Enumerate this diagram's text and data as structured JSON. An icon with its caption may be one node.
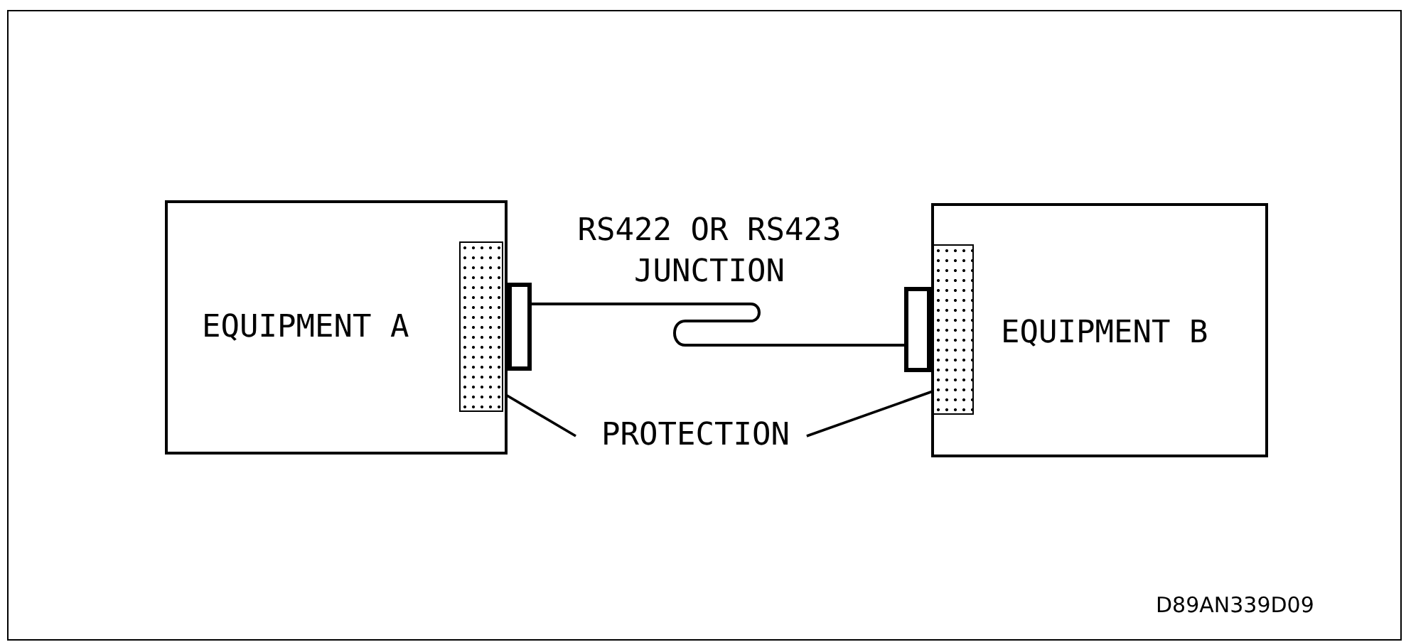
{
  "diagram": {
    "nodes": [
      {
        "text": [
          "EQUIPMENT A"
        ]
      },
      {
        "text": [],
        "shape": "bar",
        "in": 0
      },
      {
        "text": [],
        "shape": "box"
      },
      {
        "text": [
          "EQUIPMENT B"
        ]
      },
      {
        "text": [],
        "shape": "bar",
        "in": 3
      },
      {
        "text": [],
        "shape": "box"
      },
      {
        "text": [
          "PROTECTION"
        ]
      }
    ],
    "edges": [
      {
        "from": 2,
        "to": 5,
        "arrow": "none",
        "label": "RS422 OR RS423 JUNCTION"
      },
      {
        "from": 6,
        "to": 1,
        "arrow": "none"
      },
      {
        "from": 6,
        "to": 4,
        "arrow": "none"
      }
    ],
    "labels": [
      "D89AN339D09"
    ]
  }
}
